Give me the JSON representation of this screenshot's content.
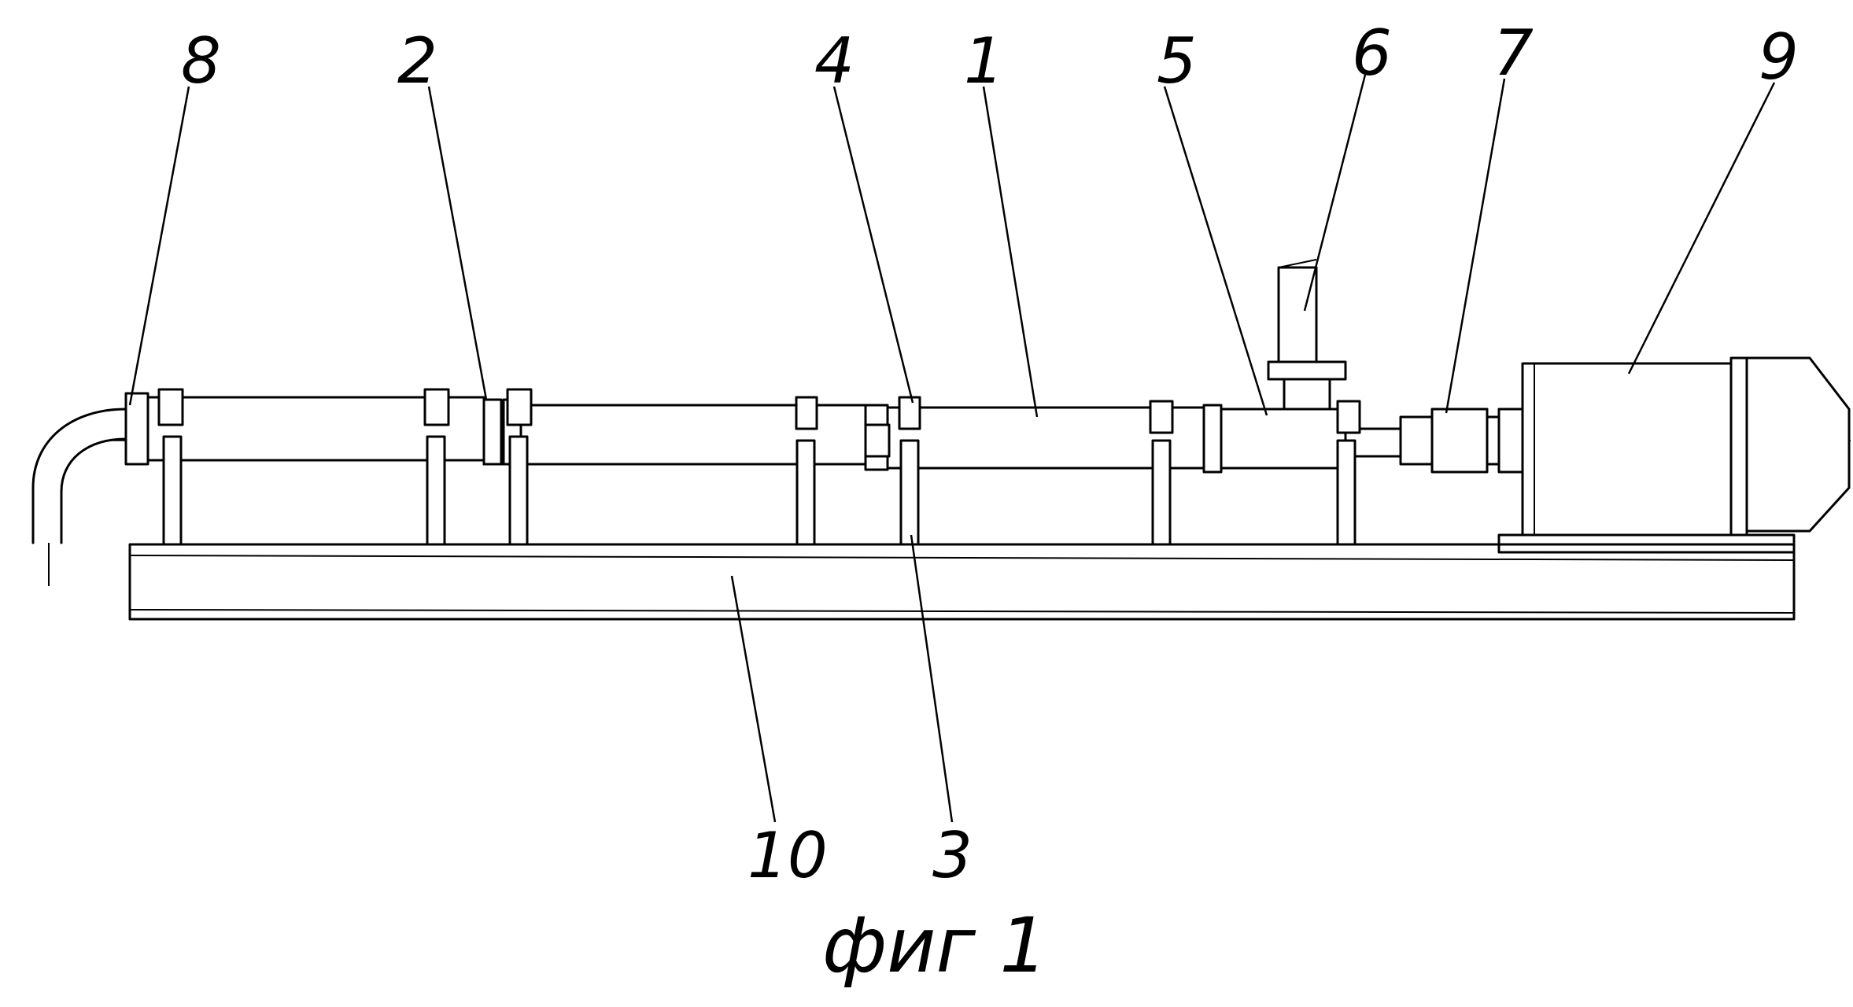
{
  "callouts": [
    {
      "id": "c8",
      "text": "8"
    },
    {
      "id": "c2",
      "text": "2"
    },
    {
      "id": "c4",
      "text": "4"
    },
    {
      "id": "c1",
      "text": "1"
    },
    {
      "id": "c5",
      "text": "5"
    },
    {
      "id": "c6",
      "text": "6"
    },
    {
      "id": "c7",
      "text": "7"
    },
    {
      "id": "c9",
      "text": "9"
    },
    {
      "id": "c10",
      "text": "10"
    },
    {
      "id": "c3",
      "text": "3"
    }
  ],
  "caption": "фиг 1",
  "line_color": "#000000"
}
